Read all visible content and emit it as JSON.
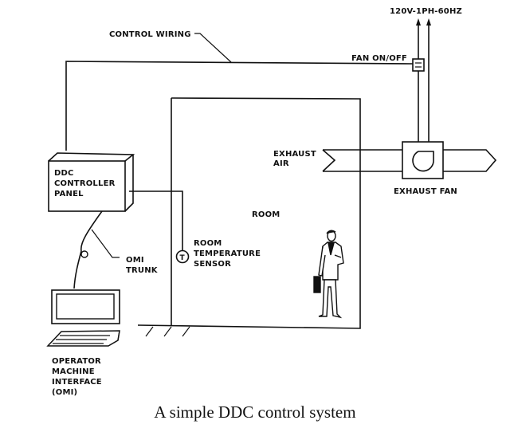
{
  "diagram": {
    "title": "A simple DDC control system",
    "labels": {
      "power": "120V-1PH-60HZ",
      "control_wiring": "CONTROL WIRING",
      "fan_switch": "FAN ON/OFF",
      "exhaust_air": [
        "EXHAUST",
        "AIR"
      ],
      "exhaust_fan": "EXHAUST FAN",
      "controller": [
        "DDC",
        "CONTROLLER",
        "PANEL"
      ],
      "room": "ROOM",
      "sensor": [
        "ROOM",
        "TEMPERATURE",
        "SENSOR"
      ],
      "sensor_symbol": "T",
      "omi_trunk": [
        "OMI",
        "TRUNK"
      ],
      "omi": [
        "OPERATOR",
        "MACHINE",
        "INTERFACE",
        "(OMI)"
      ]
    },
    "components": [
      {
        "id": "ddc-controller-panel",
        "kind": "controller"
      },
      {
        "id": "room-temperature-sensor",
        "kind": "sensor"
      },
      {
        "id": "exhaust-fan",
        "kind": "fan"
      },
      {
        "id": "fan-on-off-switch",
        "kind": "switch"
      },
      {
        "id": "operator-machine-interface",
        "kind": "computer"
      },
      {
        "id": "room",
        "kind": "space"
      },
      {
        "id": "occupant",
        "kind": "person"
      }
    ],
    "connections": [
      {
        "from": "ddc-controller-panel",
        "to": "fan-on-off-switch",
        "label": "CONTROL WIRING"
      },
      {
        "from": "ddc-controller-panel",
        "to": "room-temperature-sensor",
        "label": ""
      },
      {
        "from": "ddc-controller-panel",
        "to": "operator-machine-interface",
        "label": "OMI TRUNK"
      },
      {
        "from": "fan-on-off-switch",
        "to": "exhaust-fan",
        "label": "120V-1PH-60HZ"
      }
    ]
  }
}
